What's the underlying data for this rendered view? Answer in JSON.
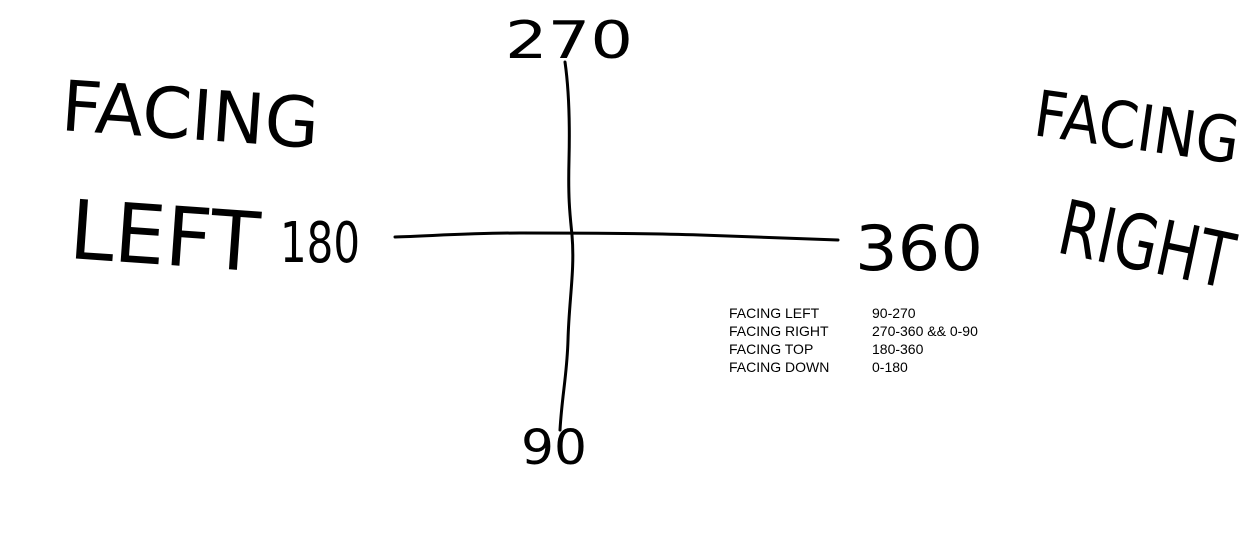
{
  "diagram": {
    "labels": {
      "left_title": [
        "FACING",
        "LEFT"
      ],
      "right_title": [
        "FACING",
        "RIGHT"
      ],
      "top_angle": "270",
      "bottom_angle": "90",
      "left_angle": "180",
      "right_angle": "360"
    },
    "ranges": [
      {
        "direction": "FACING LEFT",
        "range": "90-270"
      },
      {
        "direction": "FACING RIGHT",
        "range": "270-360 && 0-90"
      },
      {
        "direction": "FACING TOP",
        "range": "180-360"
      },
      {
        "direction": "FACING DOWN",
        "range": "0-180"
      }
    ],
    "colors": {
      "ink": "#000000",
      "background": "#ffffff"
    }
  }
}
